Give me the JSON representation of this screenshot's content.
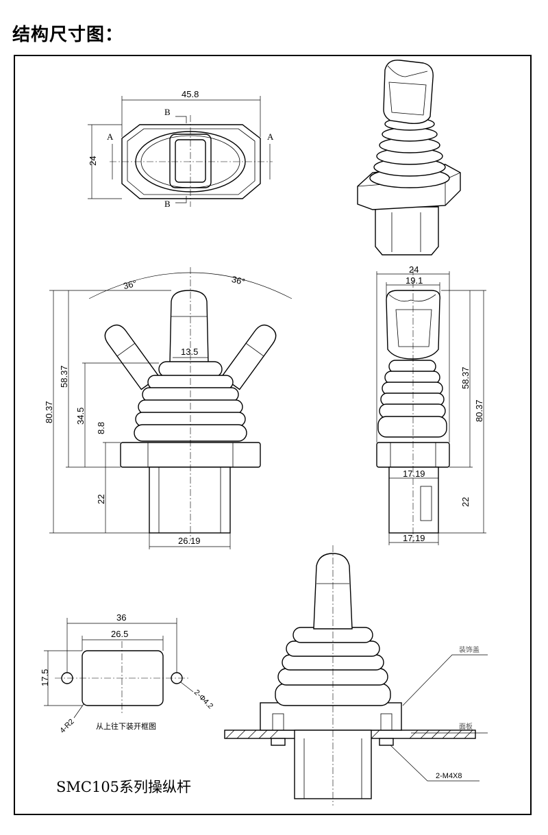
{
  "heading": "结构尺寸图：",
  "top_view": {
    "width_dim": "45.8",
    "height_dim": "24",
    "section_a_left": "A",
    "section_a_right": "A",
    "section_b_top": "B",
    "section_b_bottom": "B"
  },
  "side_view": {
    "angle_left": "36°",
    "angle_right": "36°",
    "handle_width": "13.5",
    "total_height": "80.37",
    "above_base_height": "58.37",
    "boot_height": "34.5",
    "flange_height": "8.8",
    "body_height": "22",
    "body_width": "26.19"
  },
  "front_view": {
    "outer_width": "24",
    "inner_width": "19.1",
    "above_base_height": "58.37",
    "total_height": "80.37",
    "neck_width": "17.19",
    "body_height": "22",
    "bottom_width": "17.19"
  },
  "cutout": {
    "outer_width": "36",
    "inner_width": "26.5",
    "height": "17.5",
    "corner_radius": "4-R2",
    "hole_spec": "2-Φ4.2",
    "note": "从上往下装开框图"
  },
  "mount": {
    "cover_label": "装饰盖",
    "panel_label": "面板",
    "screw_label": "2-M4X8"
  },
  "model_label": "SMC105系列操纵杆"
}
